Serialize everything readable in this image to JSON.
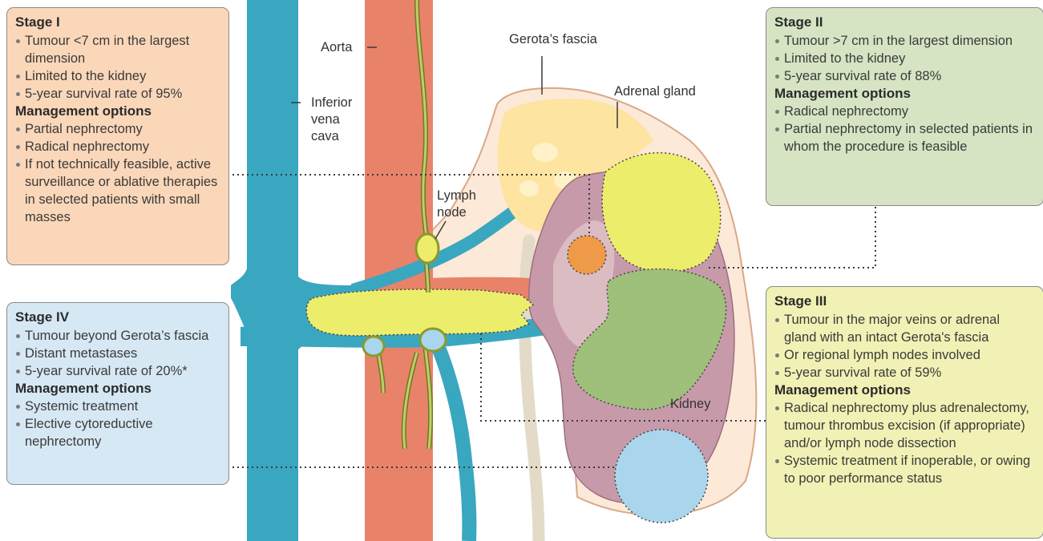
{
  "stages": {
    "stage1": {
      "title": "Stage I",
      "facts": [
        "Tumour <7 cm in the largest dimension",
        "Limited to the kidney",
        "5-year survival rate of 95%"
      ],
      "management_heading": "Management options",
      "options": [
        "Partial nephrectomy",
        "Radical nephrectomy",
        "If not technically feasible, active surveillance or ablative therapies in selected patients with small masses"
      ]
    },
    "stage2": {
      "title": "Stage II",
      "facts": [
        "Tumour >7 cm in the largest dimension",
        "Limited to the kidney",
        "5-year survival rate of 88%"
      ],
      "management_heading": "Management options",
      "options": [
        "Radical nephrectomy",
        "Partial nephrectomy in selected patients in whom the procedure is feasible"
      ]
    },
    "stage3": {
      "title": "Stage III",
      "facts": [
        "Tumour in the major veins or adrenal gland with an intact Gerota's fascia",
        "Or regional lymph nodes involved",
        "5-year survival rate of 59%"
      ],
      "management_heading": "Management options",
      "options": [
        "Radical nephrectomy plus adrenalectomy, tumour thrombus excision (if appropriate) and/or lymph node dissection",
        "Systemic treatment if inoperable, or owing to poor performance status"
      ]
    },
    "stage4": {
      "title": "Stage IV",
      "facts": [
        "Tumour beyond Gerota’s fascia",
        "Distant metastases",
        "5-year survival rate of 20%*"
      ],
      "management_heading": "Management options",
      "options": [
        "Systemic treatment",
        "Elective cytoreductive nephrectomy"
      ]
    }
  },
  "labels": {
    "aorta": "Aorta",
    "ivc": [
      "Inferior",
      "vena",
      "cava"
    ],
    "gerota": "Gerota’s fascia",
    "adrenal": "Adrenal gland",
    "lymph": [
      "Lymph",
      "node"
    ],
    "kidney": "Kidney"
  },
  "colors": {
    "stage1_bg": "#fbd7b9",
    "stage2_bg": "#d6e4c3",
    "stage3_bg": "#f1f1b5",
    "stage4_bg": "#d6e8f4",
    "vein": "#3aa7c0",
    "artery": "#e8836a",
    "kidney": "#c79aaa",
    "adrenal": "#fde4a0",
    "tumour_yellow": "#eded6c",
    "tumour_green": "#9ec07a",
    "tumour_orange": "#ee9a48",
    "tumour_blue": "#a9d6ed",
    "lymph_vessel": "#a8b24c"
  }
}
